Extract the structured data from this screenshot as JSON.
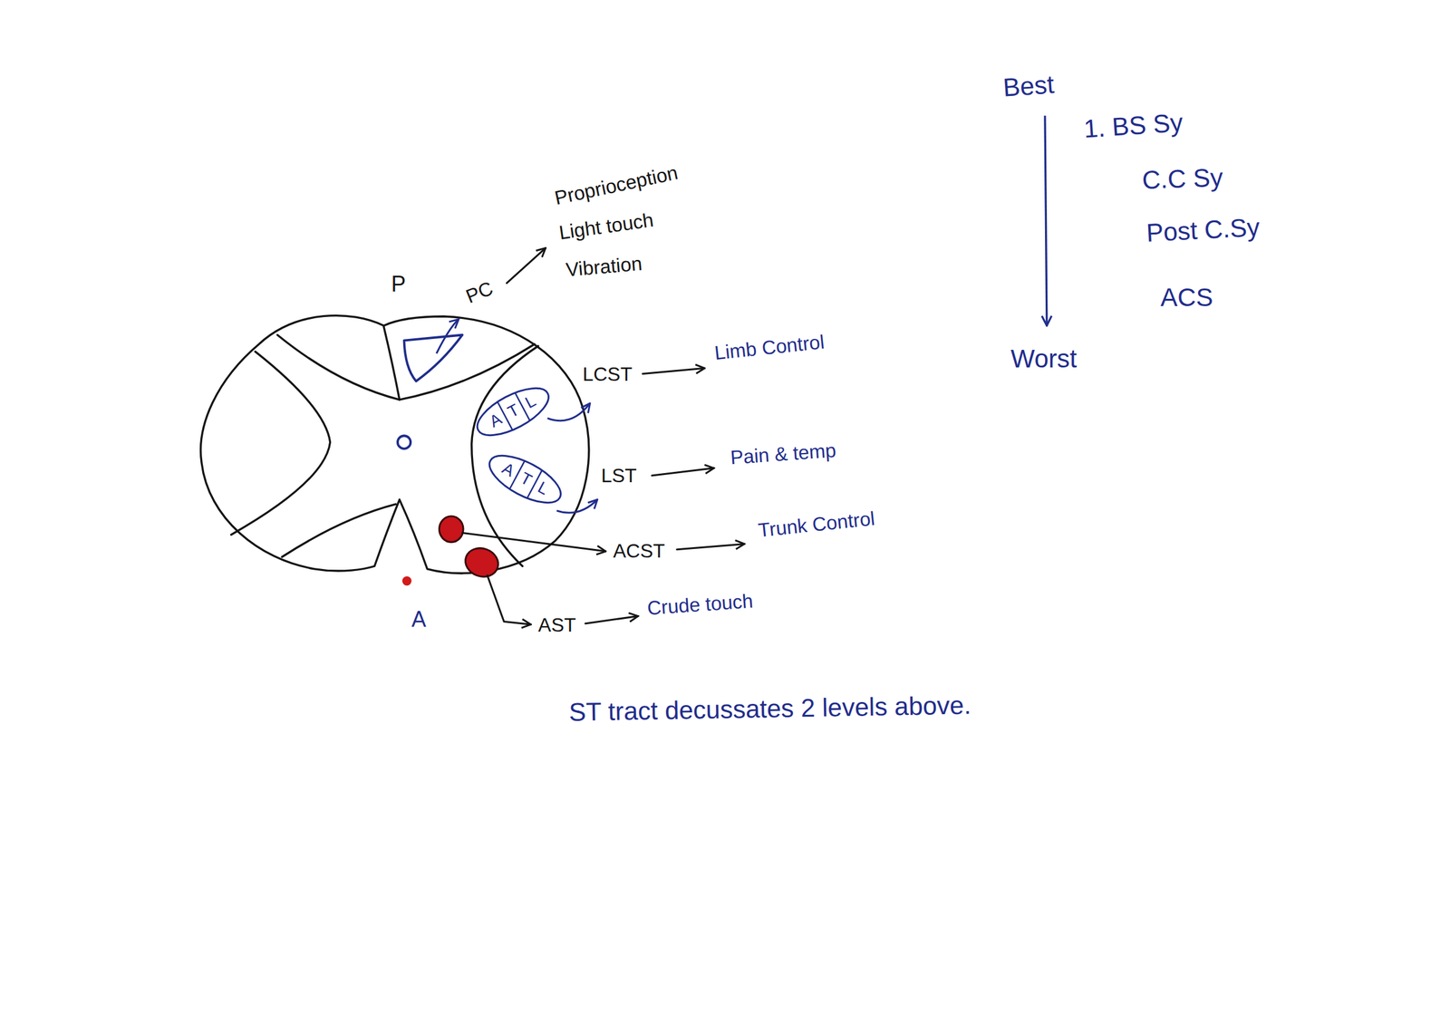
{
  "diagram": {
    "nodes": [
      {
        "text": [
          "A",
          "T",
          "L"
        ]
      },
      {
        "text": [
          "A",
          "T",
          "L"
        ]
      }
    ],
    "labels": [
      "P",
      "PC",
      "Proprioception",
      "Light touch",
      "Vibration",
      "LCST",
      "Limb Control",
      "LST",
      "Pain & temp",
      "ACST",
      "Trunk Control",
      "AST",
      "Crude touch",
      "A",
      "Best",
      "Worst",
      "1. BS Sy",
      "C.C Sy",
      "Post C.Sy",
      "ACS",
      "ST tract decussates 2 levels above."
    ]
  }
}
